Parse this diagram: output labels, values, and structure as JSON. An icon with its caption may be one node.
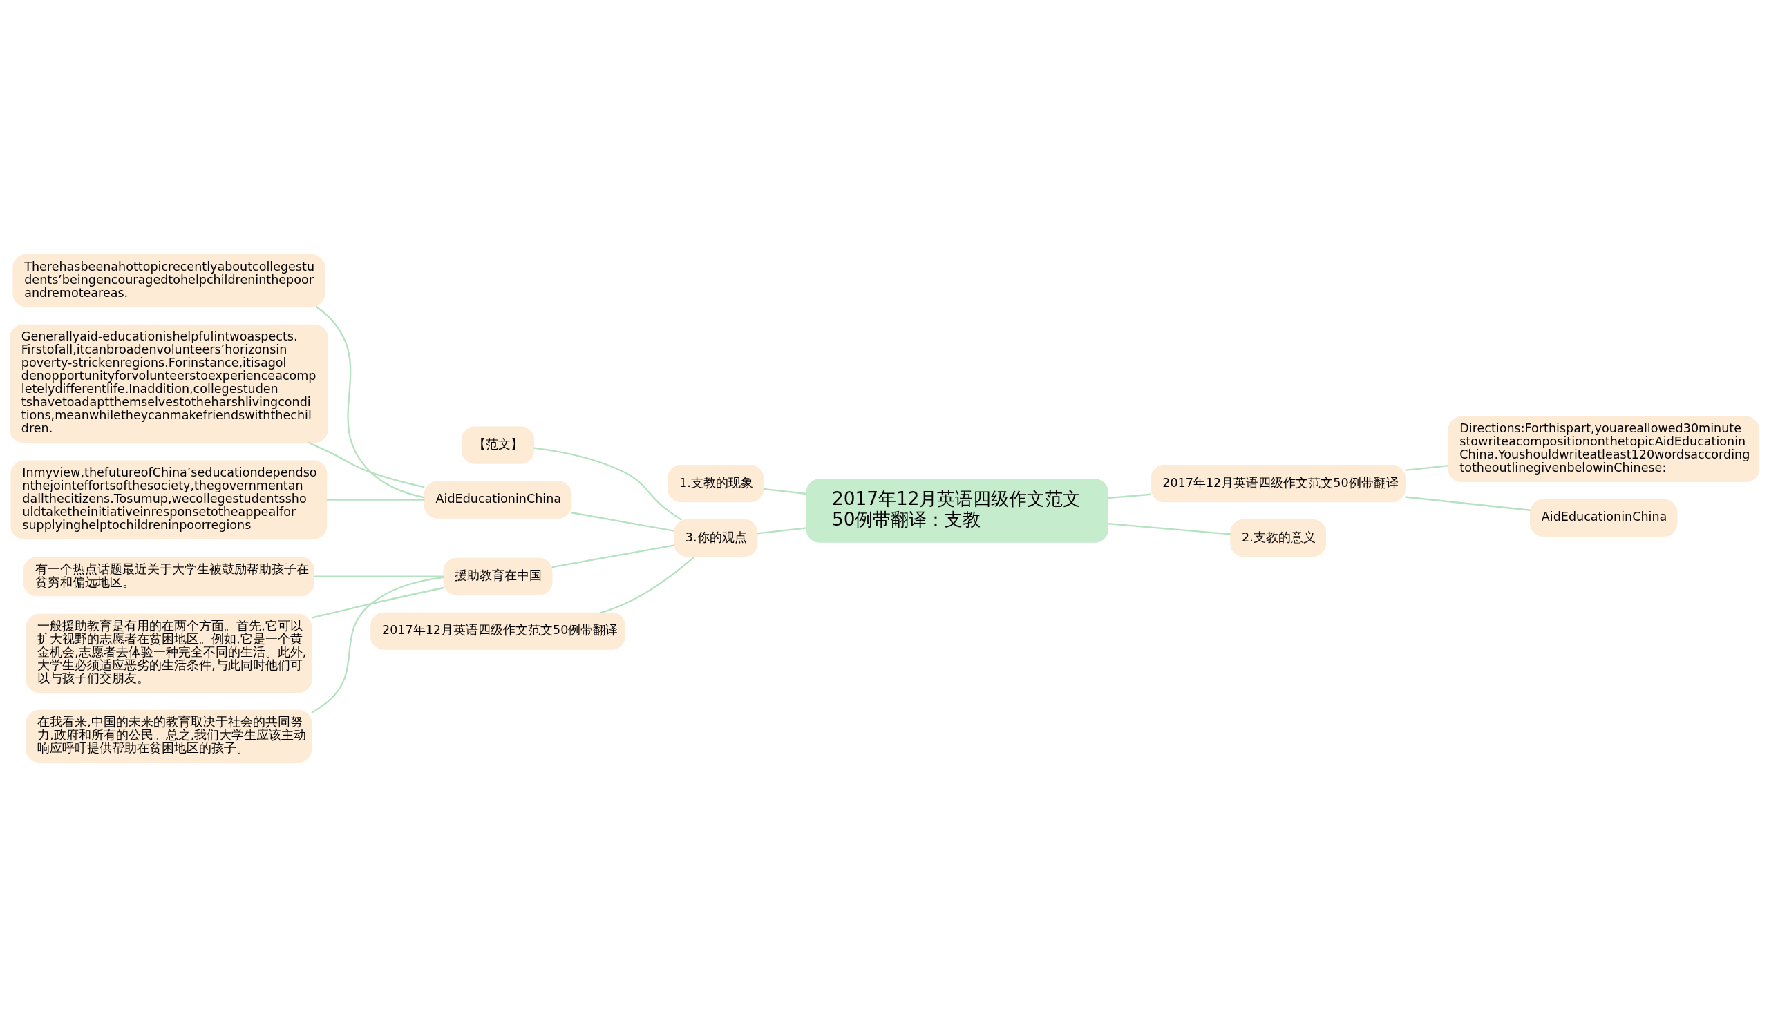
{
  "diagram": {
    "nodes": [
      {
        "text": [
          "2017年12月英语四级作文范文50例带翻译：支教"
        ]
      },
      {
        "text": [
          "1.支教的现象"
        ]
      },
      {
        "text": [
          "2017年12月英语四级作文范文50例带翻译"
        ]
      },
      {
        "text": [
          "Directions:Forthispart,youareallowed30minutestowriteacompositiononthetopicAidEducationinChina.Youshouldwriteatleast120wordsaccordingtotheoutlinegivenbelowinChinese:"
        ]
      },
      {
        "text": [
          "AidEducationinChina"
        ]
      },
      {
        "text": [
          "2.支教的意义"
        ]
      },
      {
        "text": [
          "3.你的观点"
        ]
      },
      {
        "text": [
          "【范文】"
        ]
      },
      {
        "text": [
          "AidEducationinChina"
        ]
      },
      {
        "text": [
          "Therehasbeenahottopicrecentlyaboutcollegestudents’beingencouragedtohelpchildreninthepoorandremoteareas."
        ]
      },
      {
        "text": [
          "Generallyaid-educationishelpfulintwoaspects.Firstofall,itcanbroadenvolunteers’horizonsinpoverty-strickenregions.Forinstance,itisagoldenopportunityforvolunteerstoexperienceacompletelydifferentlife.Inaddition,collegestudentshavetoadaptthemselvestotheharshlivingconditions,meanwhiletheycanmakefriendswiththechildren."
        ]
      },
      {
        "text": [
          "Inmyview,thefutureofChina’seducationdependsonthejointeffortsofthesociety,thegovernmentandallthecitizens.Tosumup,wecollegestudentsshouldtaketheinitiativeinresponsetotheappealforsupplyinghelptochildreninpoorregions"
        ]
      },
      {
        "text": [
          "援助教育在中国"
        ]
      },
      {
        "text": [
          "有一个热点话题最近关于大学生被鼓励帮助孩子在贫穷和偏远地区。"
        ]
      },
      {
        "text": [
          "一般援助教育是有用的在两个方面。首先,它可以扩大视野的志愿者在贫困地区。例如,它是一个黄金机会,志愿者去体验一种完全不同的生活。此外,大学生必须适应恶劣的生活条件,与此同时他们可以与孩子们交朋友。"
        ]
      },
      {
        "text": [
          "在我看来,中国的未来的教育取决于社会的共同努力,政府和所有的公民。总之,我们大学生应该主动响应呼吁提供帮助在贫困地区的孩子。"
        ]
      },
      {
        "text": [
          "2017年12月英语四级作文范文50例带翻译"
        ]
      }
    ],
    "edges": [
      {
        "from": 0,
        "to": 1,
        "arrow": "none"
      },
      {
        "from": 0,
        "to": 2,
        "arrow": "none"
      },
      {
        "from": 2,
        "to": 3,
        "arrow": "none"
      },
      {
        "from": 2,
        "to": 4,
        "arrow": "none"
      },
      {
        "from": 0,
        "to": 5,
        "arrow": "none"
      },
      {
        "from": 0,
        "to": 6,
        "arrow": "none"
      },
      {
        "from": 6,
        "to": 7,
        "arrow": "none"
      },
      {
        "from": 6,
        "to": 8,
        "arrow": "none"
      },
      {
        "from": 8,
        "to": 9,
        "arrow": "none"
      },
      {
        "from": 8,
        "to": 10,
        "arrow": "none"
      },
      {
        "from": 8,
        "to": 11,
        "arrow": "none"
      },
      {
        "from": 6,
        "to": 12,
        "arrow": "none"
      },
      {
        "from": 12,
        "to": 13,
        "arrow": "none"
      },
      {
        "from": 12,
        "to": 14,
        "arrow": "none"
      },
      {
        "from": 12,
        "to": 15,
        "arrow": "none"
      },
      {
        "from": 6,
        "to": 16,
        "arrow": "none"
      }
    ]
  }
}
